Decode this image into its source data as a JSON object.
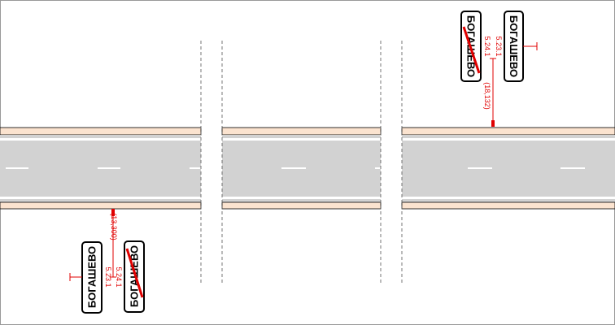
{
  "sign_top": {
    "place_name": "БОГАШЕВО",
    "code_end": "5.24.1",
    "code_start": "5.23.1",
    "chainage": "(18,132)"
  },
  "sign_bottom": {
    "place_name": "БОГАШЕВО",
    "code_end": "5.24.1",
    "code_start": "5.23.1",
    "chainage": "(13,300)"
  },
  "colors": {
    "asphalt": "#d2d2d2",
    "shoulder": "#fbe3cf",
    "marking": "#ffffff",
    "annotation": "#e00000",
    "frame": "#000000"
  }
}
